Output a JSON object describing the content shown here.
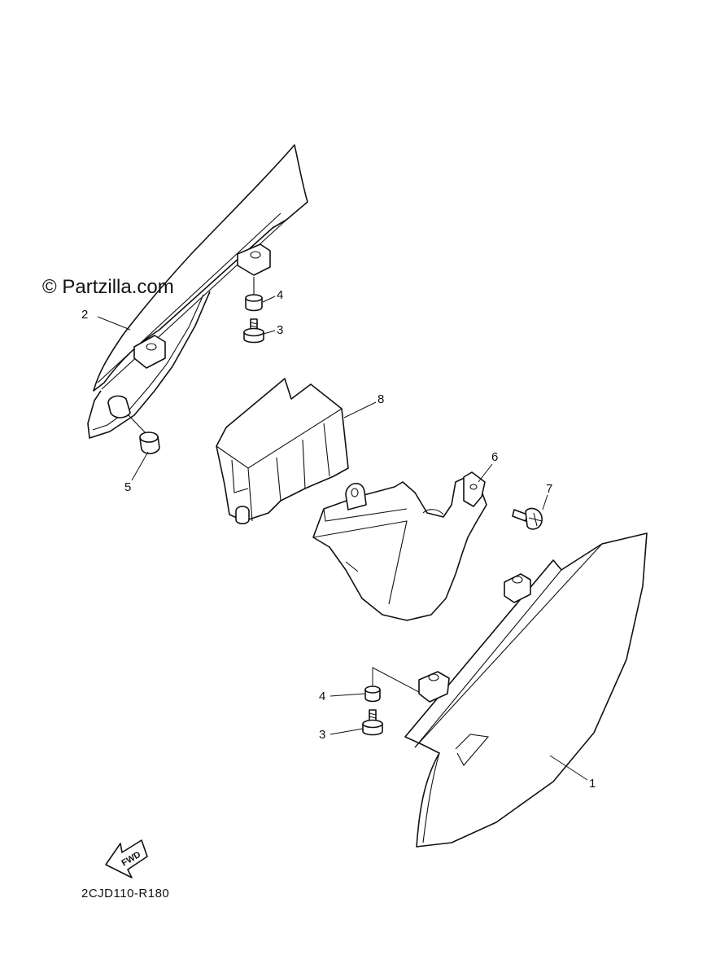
{
  "watermark": "© Partzilla.com",
  "diagram_code": "2CJD110-R180",
  "fwd_arrow_text": "FWD",
  "callouts": {
    "c1": "1",
    "c2": "2",
    "c3_top": "3",
    "c3_bottom": "3",
    "c4_top": "4",
    "c4_bottom": "4",
    "c5": "5",
    "c6": "6",
    "c7": "7",
    "c8": "8"
  }
}
